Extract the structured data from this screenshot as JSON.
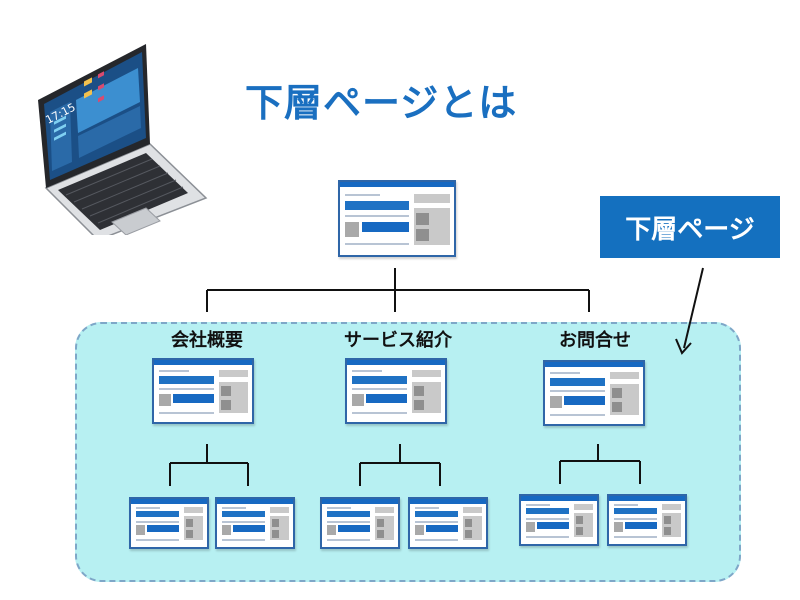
{
  "title": "下層ページとは",
  "callout": {
    "label": "下層ページ"
  },
  "laptop": {
    "clock": "17:15"
  },
  "categories": [
    {
      "label": "会社概要"
    },
    {
      "label": "サービス紹介"
    },
    {
      "label": "お問合せ"
    }
  ],
  "colors": {
    "accent": "#1470bf",
    "area_fill": "#b7f0f2",
    "area_border": "#7ea7c8"
  }
}
